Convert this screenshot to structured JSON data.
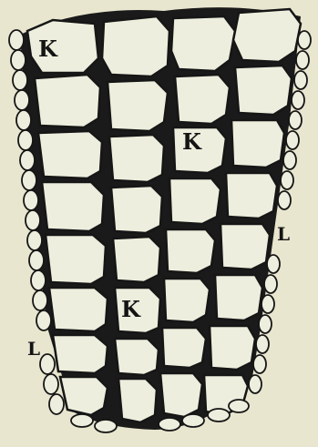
{
  "figure": {
    "labels": {
      "k_top": "K",
      "k_middle": "K",
      "k_lower": "K",
      "l_right": "L",
      "l_left": "L"
    },
    "colors": {
      "paper": "#e9e6cf",
      "cell_fill": "#eeeede",
      "ink": "#161616"
    }
  }
}
